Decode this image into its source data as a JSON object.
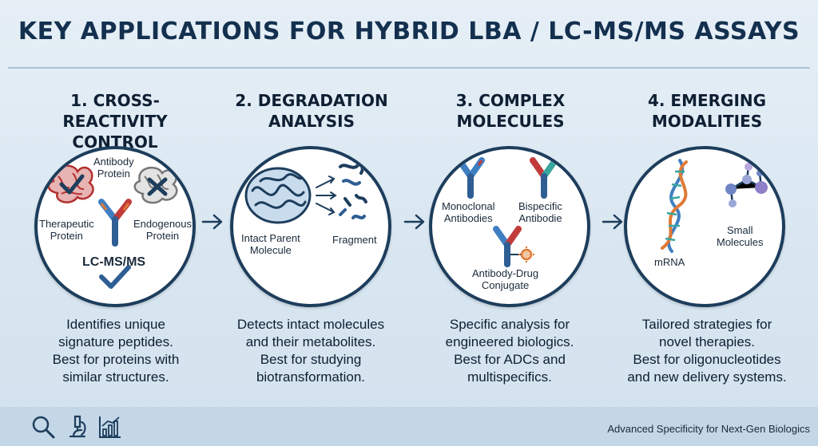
{
  "title": "KEY APPLICATIONS FOR HYBRID LBA / LC-MS/MS ASSAYS",
  "colors": {
    "navy": "#1d3d5c",
    "accent_red": "#c23b3b",
    "accent_blue": "#3f7fc1",
    "accent_orange": "#e07a35",
    "accent_teal": "#3aa6a0",
    "background": "#dde9f2"
  },
  "steps": [
    {
      "heading": [
        "1. CROSS-REACTIVITY",
        "CONTROL"
      ],
      "labels": {
        "antibody": [
          "Antibody",
          "Protein"
        ],
        "therapeutic": [
          "Therapeutic",
          "Protein"
        ],
        "endogenous": [
          "Endogenous",
          "Protein"
        ],
        "method": "LC-MS/MS"
      },
      "icons": [
        "protein-check-icon",
        "protein-cross-icon",
        "antibody-icon",
        "checkmark-icon"
      ],
      "description": [
        "Identifies unique",
        "signature peptides.",
        "Best for proteins with",
        "similar structures."
      ]
    },
    {
      "heading": [
        "2. DEGRADATION",
        "ANALYSIS"
      ],
      "labels": {
        "intact": [
          "Intact Parent",
          "Molecule"
        ],
        "fragment": "Fragment"
      },
      "icons": [
        "protein-structure-icon",
        "fragments-icon",
        "arrows-icon"
      ],
      "description": [
        "Detects intact molecules",
        "and their metabolites.",
        "Best for studying",
        "biotransformation."
      ]
    },
    {
      "heading": [
        "3. COMPLEX",
        "MOLECULES"
      ],
      "labels": {
        "monoclonal": [
          "Monoclonal",
          "Antibodies"
        ],
        "bispecific": [
          "Bispecific",
          "Antibodie"
        ],
        "adc": [
          "Antibody-Drug",
          "Conjugate"
        ]
      },
      "icons": [
        "monoclonal-antibody-icon",
        "bispecific-antibody-icon",
        "adc-icon"
      ],
      "description": [
        "Specific analysis for",
        "engineered biologics.",
        "Best for ADCs and",
        "multispecifics."
      ]
    },
    {
      "heading": [
        "4. EMERGING",
        "MODALITIES"
      ],
      "labels": {
        "mrna": "mRNA",
        "small_molecules": [
          "Small",
          "Molecules"
        ]
      },
      "icons": [
        "mrna-helix-icon",
        "small-molecule-icon"
      ],
      "description": [
        "Tailored strategies for",
        "novel therapies.",
        "Best for oligonucleotides",
        "and new delivery systems."
      ]
    }
  ],
  "footer": {
    "text": "Advanced Specificity for Next-Gen Biologics",
    "icons": [
      "magnifier-icon",
      "microscope-icon",
      "chart-icon"
    ]
  }
}
